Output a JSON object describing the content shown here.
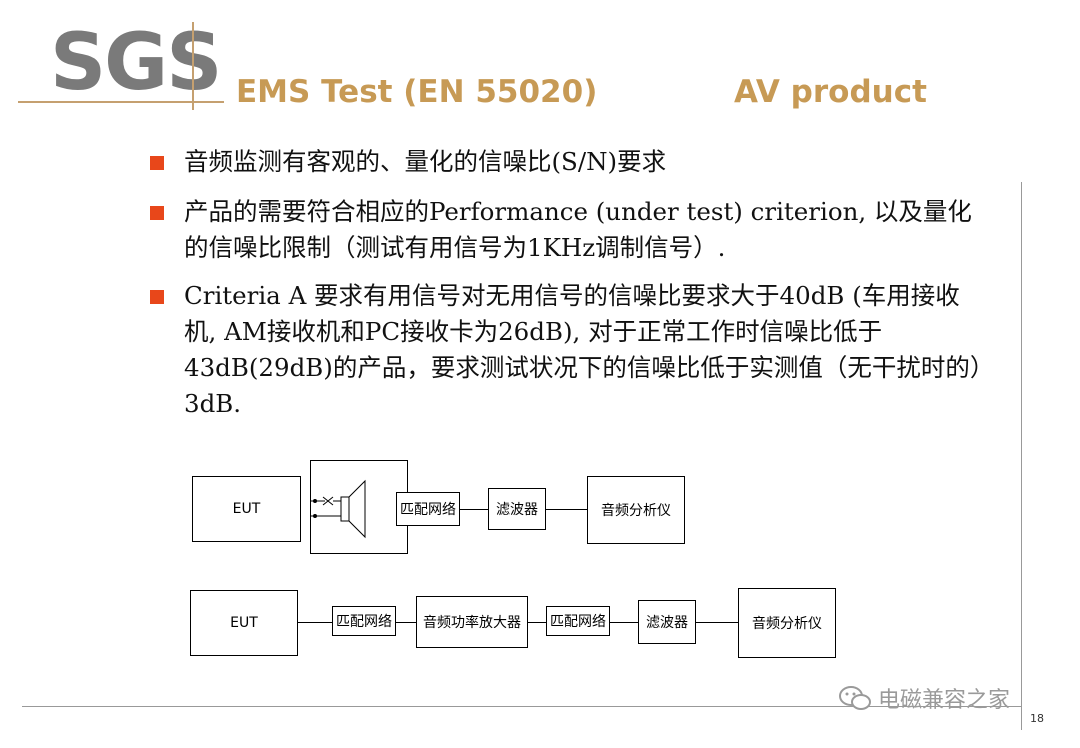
{
  "header": {
    "logo_text": "SGS",
    "title": "EMS Test (EN 55020)",
    "subtitle": "AV product"
  },
  "bullets": [
    "音频监测有客观的、量化的信噪比(S/N)要求",
    "产品的需要符合相应的Performance (under test) criterion, 以及量化的信噪比限制（测试有用信号为1KHz调制信号）.",
    "Criteria A 要求有用信号对无用信号的信噪比要求大于40dB (车用接收机, AM接收机和PC接收卡为26dB), 对于正常工作时信噪比低于43dB(29dB)的产品，要求测试状况下的信噪比低于实测值（无干扰时的）3dB."
  ],
  "diagram1": {
    "eut": "EUT",
    "match": "匹配网络",
    "filter": "滤波器",
    "analyzer": "音频分析仪"
  },
  "diagram2": {
    "eut": "EUT",
    "match1": "匹配网络",
    "amp": "音频功率放大器",
    "match2": "匹配网络",
    "filter": "滤波器",
    "analyzer": "音频分析仪"
  },
  "footer": {
    "watermark": "电磁兼容之家",
    "watermark_icon": "wechat-icon",
    "page_number": "18"
  },
  "colors": {
    "bullet": "#e8471a",
    "title": "#c79a55",
    "logo": "#7a7a7a"
  }
}
